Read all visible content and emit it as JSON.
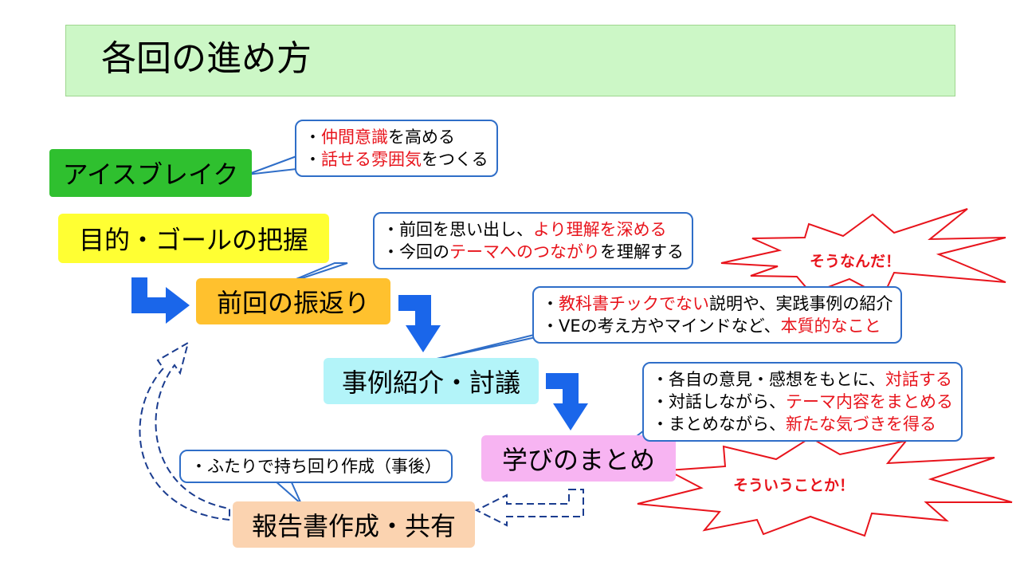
{
  "title": "各回の進め方",
  "steps": {
    "icebreak": "アイスブレイク",
    "goal": "目的・ゴールの把握",
    "review": "前回の振返り",
    "case": "事例紹介・討議",
    "summary": "学びのまとめ",
    "report": "報告書作成・共有"
  },
  "callouts": {
    "icebreak": {
      "l1a": "・",
      "l1b": "仲間意識",
      "l1c": "を高める",
      "l2a": "・",
      "l2b": "話せる雰囲気",
      "l2c": "をつくる"
    },
    "review": {
      "l1a": "・前回を思い出し、",
      "l1b": "より理解を深める",
      "l2a": "・今回の",
      "l2b": "テーマへのつながり",
      "l2c": "を理解する"
    },
    "case": {
      "l1a": "・",
      "l1b": "教科書チックでない",
      "l1c": "説明や、実践事例の紹介",
      "l2a": "・VEの考え方やマインドなど、",
      "l2b": "本質的なこと"
    },
    "summary": {
      "l1a": "・各自の意見・感想をもとに、",
      "l1b": "対話する",
      "l2a": "・対話しながら、",
      "l2b": "テーマ内容をまとめる",
      "l3a": "・まとめながら、",
      "l3b": "新たな気づきを得る"
    },
    "report": "・ふたりで持ち回り作成（事後）"
  },
  "bursts": {
    "one": "そうなんだ！",
    "two": "そういうことか！"
  },
  "colors": {
    "icebreak": "#2fc02f",
    "goal": "#ffff33",
    "review": "#ffc12e",
    "case": "#b3f4f9",
    "summary": "#f7b4f2",
    "report": "#fbd3b0",
    "arrow": "#1a66ea",
    "callout_border": "#2f6ec8",
    "accent_red": "#e8141c"
  }
}
